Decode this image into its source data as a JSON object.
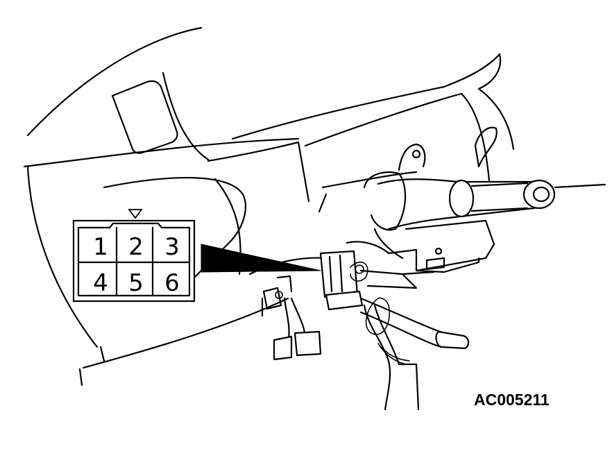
{
  "connector": {
    "pins": [
      {
        "label": "1"
      },
      {
        "label": "2"
      },
      {
        "label": "3"
      },
      {
        "label": "4"
      },
      {
        "label": "5"
      },
      {
        "label": "6"
      }
    ],
    "key_marker_icon": "triangle-down-icon"
  },
  "figure_code": "AC005211"
}
